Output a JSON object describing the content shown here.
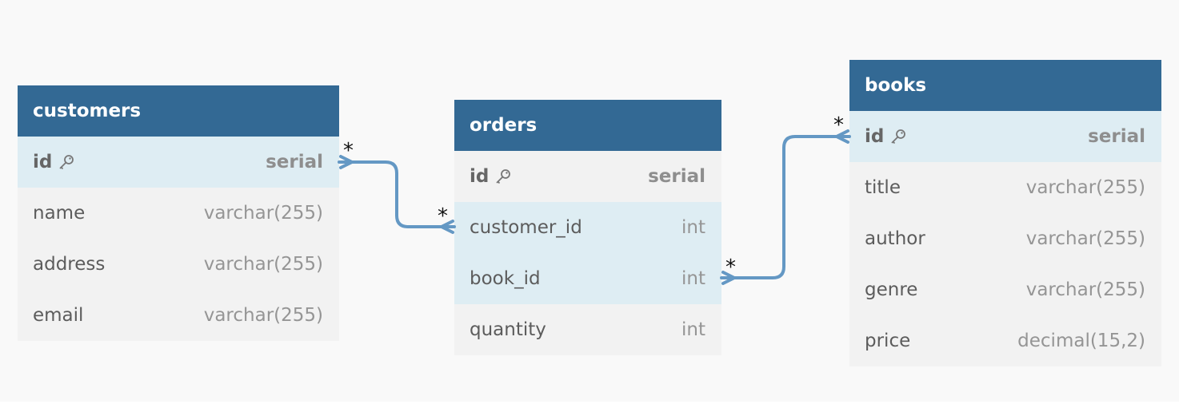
{
  "tables": {
    "customers": {
      "title": "customers",
      "columns": [
        {
          "name": "id",
          "type": "serial",
          "primary_key": true
        },
        {
          "name": "name",
          "type": "varchar(255)"
        },
        {
          "name": "address",
          "type": "varchar(255)"
        },
        {
          "name": "email",
          "type": "varchar(255)"
        }
      ]
    },
    "orders": {
      "title": "orders",
      "columns": [
        {
          "name": "id",
          "type": "serial",
          "primary_key": true
        },
        {
          "name": "customer_id",
          "type": "int"
        },
        {
          "name": "book_id",
          "type": "int"
        },
        {
          "name": "quantity",
          "type": "int"
        }
      ]
    },
    "books": {
      "title": "books",
      "columns": [
        {
          "name": "id",
          "type": "serial",
          "primary_key": true
        },
        {
          "name": "title",
          "type": "varchar(255)"
        },
        {
          "name": "author",
          "type": "varchar(255)"
        },
        {
          "name": "genre",
          "type": "varchar(255)"
        },
        {
          "name": "price",
          "type": "decimal(15,2)"
        }
      ]
    }
  },
  "relationships": [
    {
      "from": "customers.id",
      "to": "orders.customer_id",
      "from_cardinality": "*",
      "to_cardinality": "*"
    },
    {
      "from": "orders.book_id",
      "to": "books.id",
      "from_cardinality": "*",
      "to_cardinality": "*"
    }
  ],
  "colors": {
    "header": "#336994",
    "link": "#6498c4",
    "highlight_row": "#deedf3",
    "row": "#f2f2f2"
  }
}
